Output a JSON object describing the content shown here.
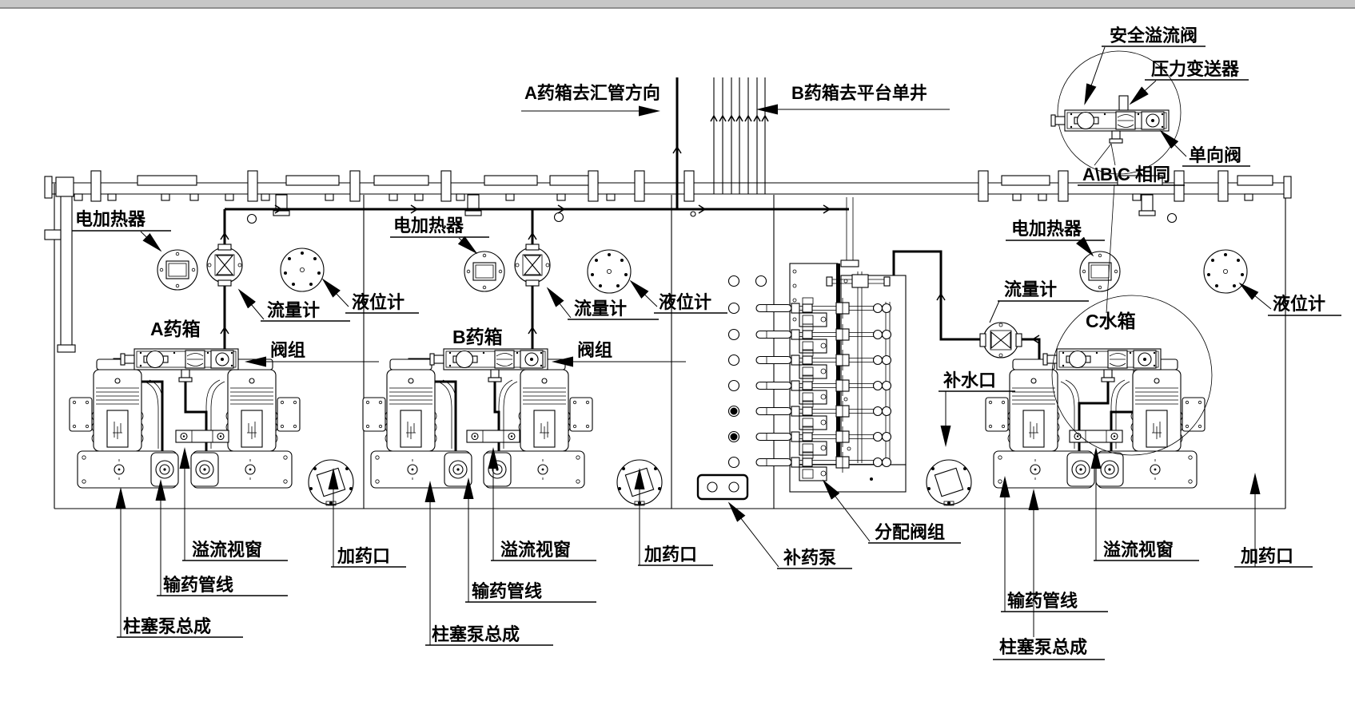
{
  "page": {
    "background": "#ffffff",
    "line_color": "#000000",
    "top_bar_color": "#c7c7c7"
  },
  "detail_bubble": {
    "safety_relief_valve": "安全溢流阀",
    "pressure_transmitter": "压力变送器",
    "check_valve": "单向阀",
    "note_abc_same": "A\\B\\C 相同"
  },
  "flow_labels": {
    "a_to_manifold": "A药箱去汇管方向",
    "b_to_platform_wells": "B药箱去平台单井"
  },
  "section_a": {
    "tank": "A药箱",
    "heater": "电加热器",
    "flow_meter": "流量计",
    "level_gauge": "液位计",
    "valve_group": "阀组",
    "overflow_window": "溢流视窗",
    "delivery_line": "输药管线",
    "pump_assembly": "柱塞泵总成",
    "fill_port": "加药口"
  },
  "section_b": {
    "tank": "B药箱",
    "heater": "电加热器",
    "flow_meter": "流量计",
    "level_gauge": "液位计",
    "valve_group": "阀组",
    "overflow_window": "溢流视窗",
    "delivery_line": "输药管线",
    "pump_assembly": "柱塞泵总成",
    "fill_port": "加药口"
  },
  "section_c": {
    "tank": "C水箱",
    "heater": "电加热器",
    "flow_meter": "流量计",
    "level_gauge": "液位计",
    "water_fill_port": "补水口",
    "overflow_window": "溢流视窗",
    "delivery_line": "输药管线",
    "pump_assembly": "柱塞泵总成",
    "fill_port": "加药口"
  },
  "center": {
    "replenish_pump": "补药泵",
    "distribution_valve_group": "分配阀组"
  }
}
